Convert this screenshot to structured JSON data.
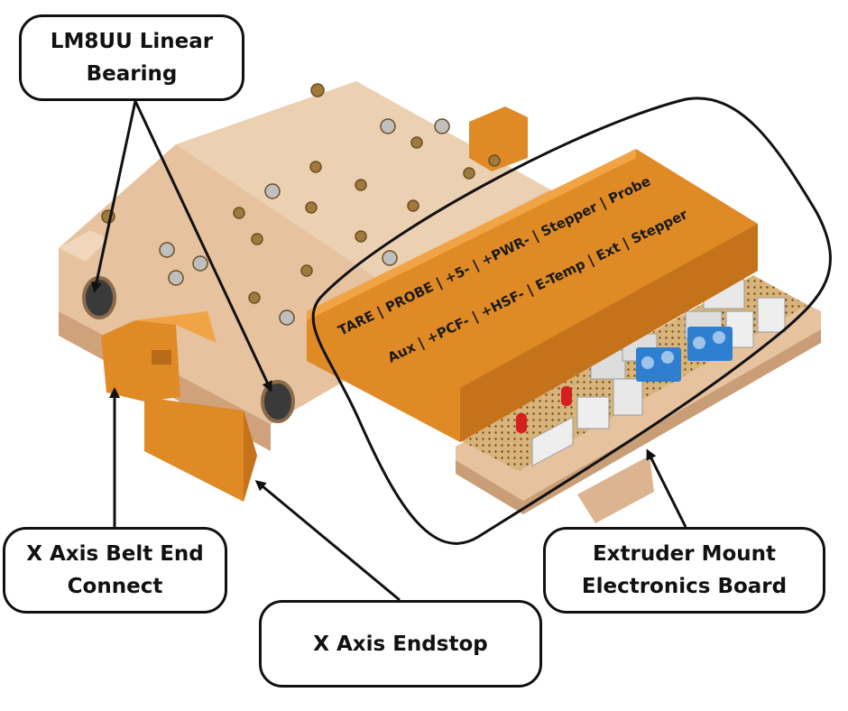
{
  "labels": {
    "bearing": [
      "LM8UU Linear",
      "Bearing"
    ],
    "belt": [
      "X Axis Belt End",
      "Connect"
    ],
    "endstop": "X Axis Endstop",
    "board": [
      "Extruder Mount",
      "Electronics Board"
    ]
  },
  "enclosure_labels": {
    "row1": "TARE | PROBE | +5- | +PWR- | Stepper | Probe",
    "row2": "Aux | +PCF- | +HSF- | E-Temp | Ext | Stepper"
  },
  "colors": {
    "carriage": "#e9c7a6",
    "carriage_shade": "#c99d76",
    "enclosure": "#e08a26",
    "enclosure_dark": "#b86a16",
    "terminal_blue": "#2f7fd0",
    "connector": "#e6e6e6",
    "outline": "#111111"
  }
}
